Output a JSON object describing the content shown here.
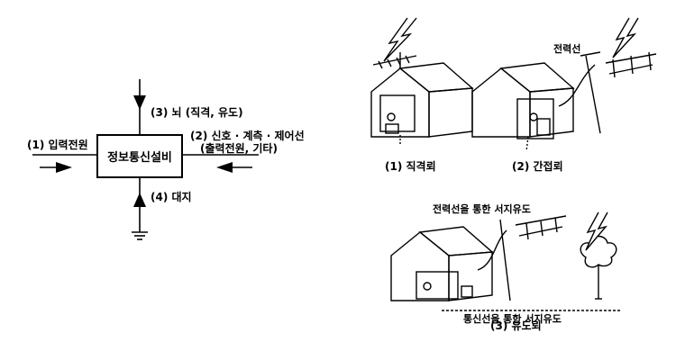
{
  "left": {
    "center_label": "정보통신설비",
    "lightning_label": "(3) 뇌 (직격, 유도)",
    "signal_label_1": "(2) 신호 · 계측 · 제어선",
    "signal_label_2": "(출력전원, 기타)",
    "power_label": "(1) 입력전원",
    "ground_label": "(4) 대지"
  },
  "right": {
    "direct_caption": "(1) 직격뢰",
    "indirect_caption": "(2) 간접뢰",
    "induced_caption": "(3) 유도뢰",
    "power_line_label": "전력선",
    "power_surge_label": "전력선을 통한 서지유도",
    "comm_surge_label": "통신선을 통한 서지유도"
  }
}
